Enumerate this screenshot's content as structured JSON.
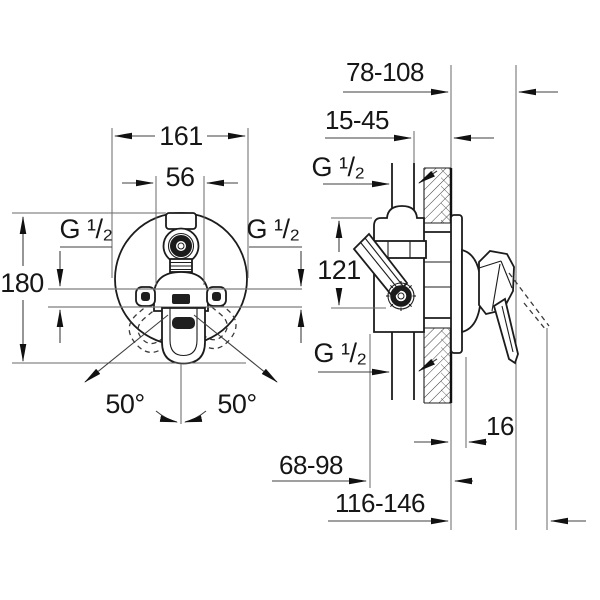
{
  "drawing": {
    "front_view": {
      "dims": {
        "overall_width": "161",
        "body_width": "56",
        "overall_height": "180",
        "left_port_thread": "G ¹/₂",
        "right_port_thread": "G ¹/₂",
        "swing_left": "50°",
        "swing_right": "50°"
      }
    },
    "side_view": {
      "dims": {
        "projection_upper": "78-108",
        "recess_depth": "15-45",
        "top_port_thread": "G ¹/₂",
        "port_spacing": "121",
        "bottom_port_thread": "G ¹/₂",
        "plate_depth": "16",
        "body_depth": "68-98",
        "total_projection": "116-146"
      }
    }
  }
}
